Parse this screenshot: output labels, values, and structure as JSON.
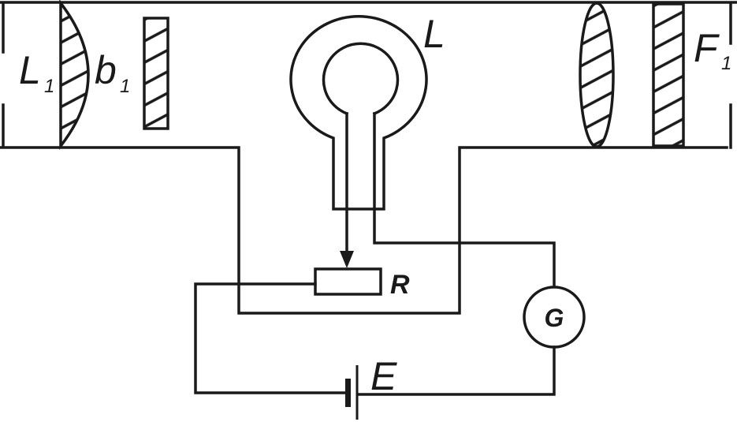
{
  "labels": {
    "lens_left": "L",
    "lens_left_sub": "1",
    "slit": "b",
    "slit_sub": "1",
    "lamp": "L",
    "filter": "F",
    "filter_sub": "1",
    "resistor": "R",
    "galvanometer": "G",
    "battery": "E"
  },
  "colors": {
    "line": "#1a1a1a",
    "background": "#ffffff"
  }
}
